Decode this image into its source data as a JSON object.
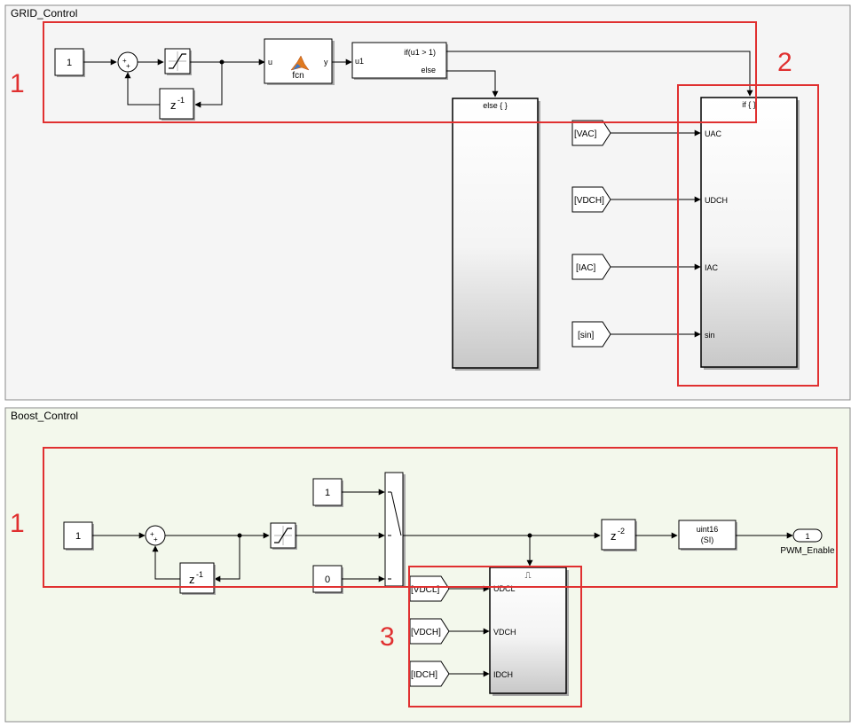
{
  "subsystems": {
    "grid": {
      "title": "GRID_Control",
      "bg": "#f5f5f5"
    },
    "boost": {
      "title": "Boost_Control",
      "bg": "#f3f8ec"
    }
  },
  "grid": {
    "const_value": "1",
    "delay_label": "z",
    "delay_exp": "-1",
    "fcn": {
      "name": "fcn",
      "in_port": "u",
      "out_port": "y"
    },
    "if_block": {
      "in_port": "u1",
      "cond": "if(u1 > 1)",
      "else_label": "else"
    },
    "else_subsystem": {
      "label": "else { }"
    },
    "if_subsystem": {
      "label": "if { }",
      "ports": [
        "UAC",
        "UDCH",
        "IAC",
        "sin"
      ]
    },
    "goto_tags": [
      "[VAC]",
      "[VDCH]",
      "[IAC]",
      "[sin]"
    ]
  },
  "boost": {
    "const_value": "1",
    "delay_label": "z",
    "delay_exp": "-1",
    "switch_const_top": "1",
    "switch_const_bottom": "0",
    "delay2_label": "z",
    "delay2_exp": "-2",
    "convert": {
      "line1": "uint16",
      "line2": "(SI)"
    },
    "outport": {
      "number": "1",
      "name": "PWM_Enable"
    },
    "enabled_subsystem": {
      "icon": "⎍",
      "ports": [
        "UDCL",
        "VDCH",
        "IDCH"
      ]
    },
    "from_tags": [
      "[VDCL]",
      "[VDCH]",
      "[IDCH]"
    ]
  },
  "annotations": {
    "region1_top": "1",
    "region2": "2",
    "region1_bottom": "1",
    "region3": "3",
    "color": "#e03030"
  },
  "symbols": {
    "sum_plus": "+"
  }
}
